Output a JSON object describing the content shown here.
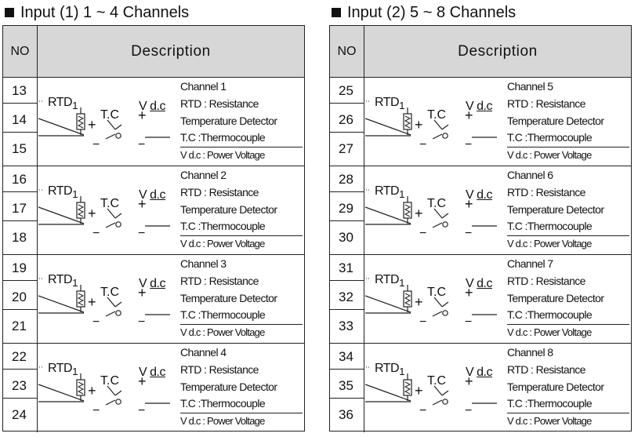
{
  "panels": [
    {
      "id": "left",
      "heading": "Input (1) 1 ~ 4 Channels",
      "no_header": "NO",
      "desc_header": "Description",
      "groups": [
        {
          "terminals": [
            "13",
            "14",
            "15"
          ],
          "channel": "Channel 1"
        },
        {
          "terminals": [
            "16",
            "17",
            "18"
          ],
          "channel": "Channel 2"
        },
        {
          "terminals": [
            "19",
            "20",
            "21"
          ],
          "channel": "Channel 3"
        },
        {
          "terminals": [
            "22",
            "23",
            "24"
          ],
          "channel": "Channel 4"
        }
      ]
    },
    {
      "id": "right",
      "heading": "Input (2) 5 ~ 8 Channels",
      "no_header": "NO",
      "desc_header": "Description",
      "groups": [
        {
          "terminals": [
            "25",
            "26",
            "27"
          ],
          "channel": "Channel 5"
        },
        {
          "terminals": [
            "28",
            "29",
            "30"
          ],
          "channel": "Channel 6"
        },
        {
          "terminals": [
            "31",
            "32",
            "33"
          ],
          "channel": "Channel 7"
        },
        {
          "terminals": [
            "34",
            "35",
            "36"
          ],
          "channel": "Channel 8"
        }
      ]
    }
  ],
  "legend": {
    "rtd_line": "RTD : Resistance",
    "rtd_line2": "Temperature Detector",
    "tc_line": "T.C :Thermocouple",
    "vdc_line": "V d.c : Power Voltage"
  },
  "wiring": {
    "rtd_label": "RTD",
    "rtd_subscript": "1",
    "tc_label": "T.C",
    "vdc_label_v": "V ",
    "vdc_label_dc": "d.c",
    "plus": "+",
    "minus": "−"
  }
}
